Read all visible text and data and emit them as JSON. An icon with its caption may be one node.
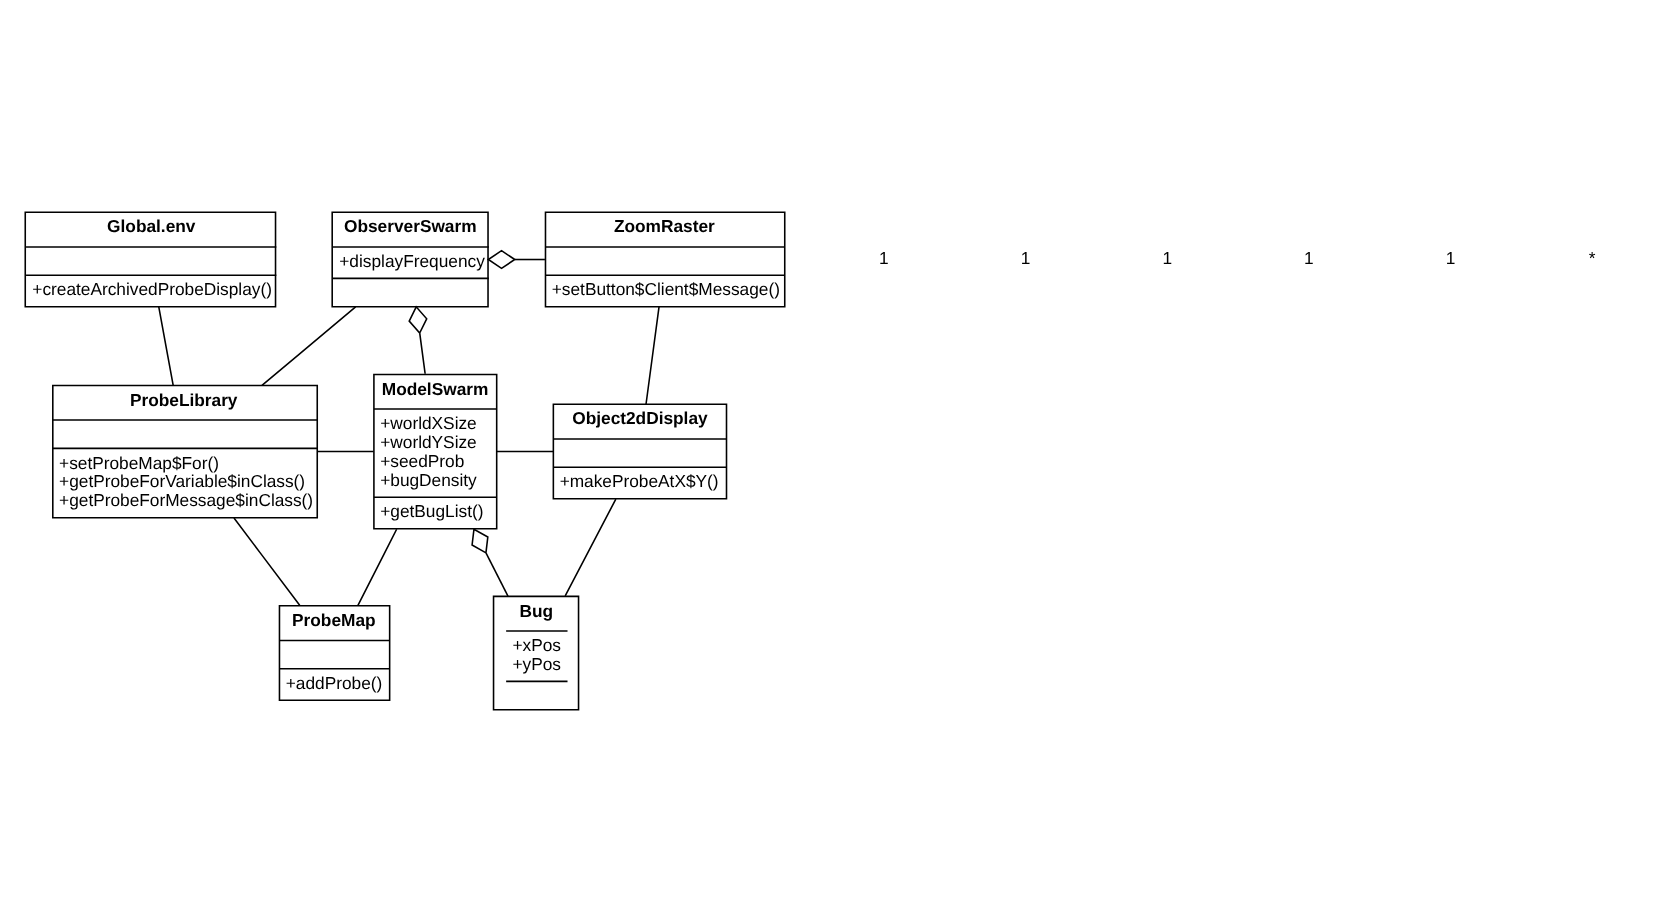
{
  "diagram": {
    "nodes": [
      {
        "text": [
          "Global.env",
          "+createArchivedProbeDisplay()"
        ]
      },
      {
        "text": [
          "ObserverSwarm",
          "+displayFrequency"
        ]
      },
      {
        "text": [
          "ZoomRaster",
          "+setButton$Client$Message()"
        ]
      },
      {
        "text": [
          "ProbeLibrary",
          "+setProbeMap$For()",
          "+getProbeForVariable$inClass()",
          "+getProbeForMessage$inClass()"
        ]
      },
      {
        "text": [
          "ModelSwarm",
          "+worldXSize",
          "+worldYSize",
          "+seedProb",
          "+bugDensity",
          "+getBugList()"
        ]
      },
      {
        "text": [
          "Object2dDisplay",
          "+makeProbeAtX$Y()"
        ]
      },
      {
        "text": [
          "ProbeMap",
          "+addProbe()"
        ]
      },
      {
        "text": [
          "Bug",
          "+xPos",
          "+yPos"
        ]
      }
    ],
    "edges": [
      {
        "from": 0,
        "to": 3,
        "arrow": "none"
      },
      {
        "from": 1,
        "to": 3,
        "arrow": "none"
      },
      {
        "from": 1,
        "to": 2,
        "arrow": "other"
      },
      {
        "from": 1,
        "to": 4,
        "arrow": "other"
      },
      {
        "from": 2,
        "to": 5,
        "arrow": "none"
      },
      {
        "from": 3,
        "to": 4,
        "arrow": "none"
      },
      {
        "from": 4,
        "to": 5,
        "arrow": "none"
      },
      {
        "from": 3,
        "to": 6,
        "arrow": "none"
      },
      {
        "from": 4,
        "to": 6,
        "arrow": "none"
      },
      {
        "from": 4,
        "to": 7,
        "arrow": "other"
      },
      {
        "from": 5,
        "to": 7,
        "arrow": "none"
      }
    ],
    "labels": [
      "1",
      "1",
      "1",
      "1",
      "1",
      "*"
    ]
  }
}
